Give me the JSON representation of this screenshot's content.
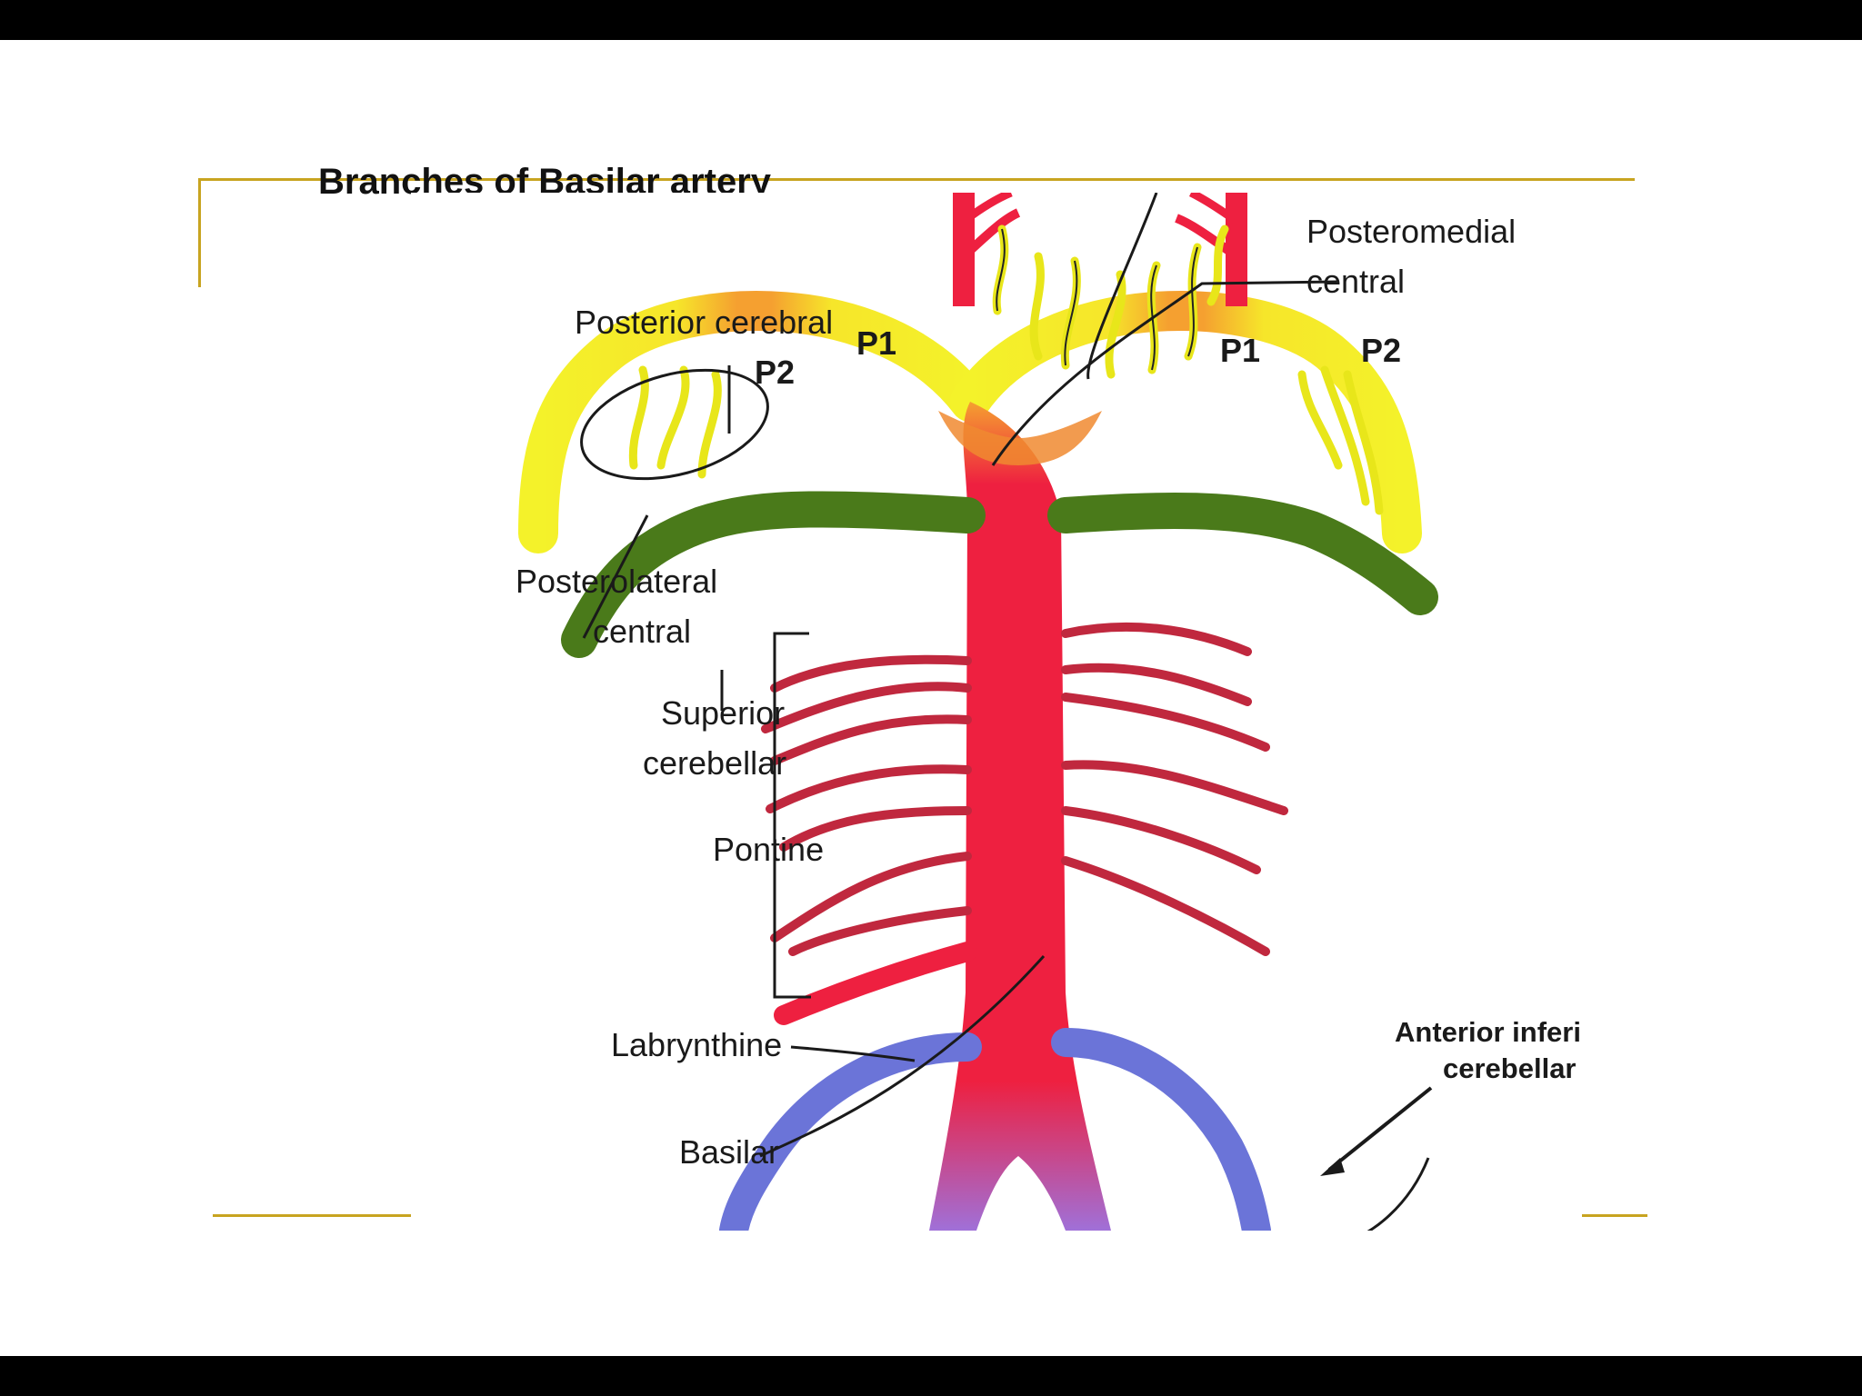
{
  "slide": {
    "title": "Branches of Basilar artery"
  },
  "figure": {
    "labels": {
      "posteromedial_line1": "Posteromedial",
      "posteromedial_line2": "central",
      "posterior_cerebral": "Posterior cerebral",
      "p1_left": "P1",
      "p2_left": "P2",
      "p1_right": "P1",
      "p2_right": "P2",
      "posterolateral_line1": "Posterolateral",
      "posterolateral_line2": "central",
      "superior_line1": "Superior",
      "superior_line2": "cerebellar",
      "pontine": "Pontine",
      "labyrinthine": "Labrynthine",
      "basilar": "Basilar",
      "aica_line1": "Anterior inferior",
      "aica_line2": "cerebellar A."
    },
    "colors": {
      "basilar_red": "#ee2040",
      "pontine_red": "#c0283e",
      "posterior_cerebral_yellow": "#f4f22a",
      "superior_cerebellar_green": "#4a7a1a",
      "aica_blue": "#6b74d8",
      "vertebral_purple": "#a070d8",
      "frame_gold": "#c8a420"
    }
  }
}
